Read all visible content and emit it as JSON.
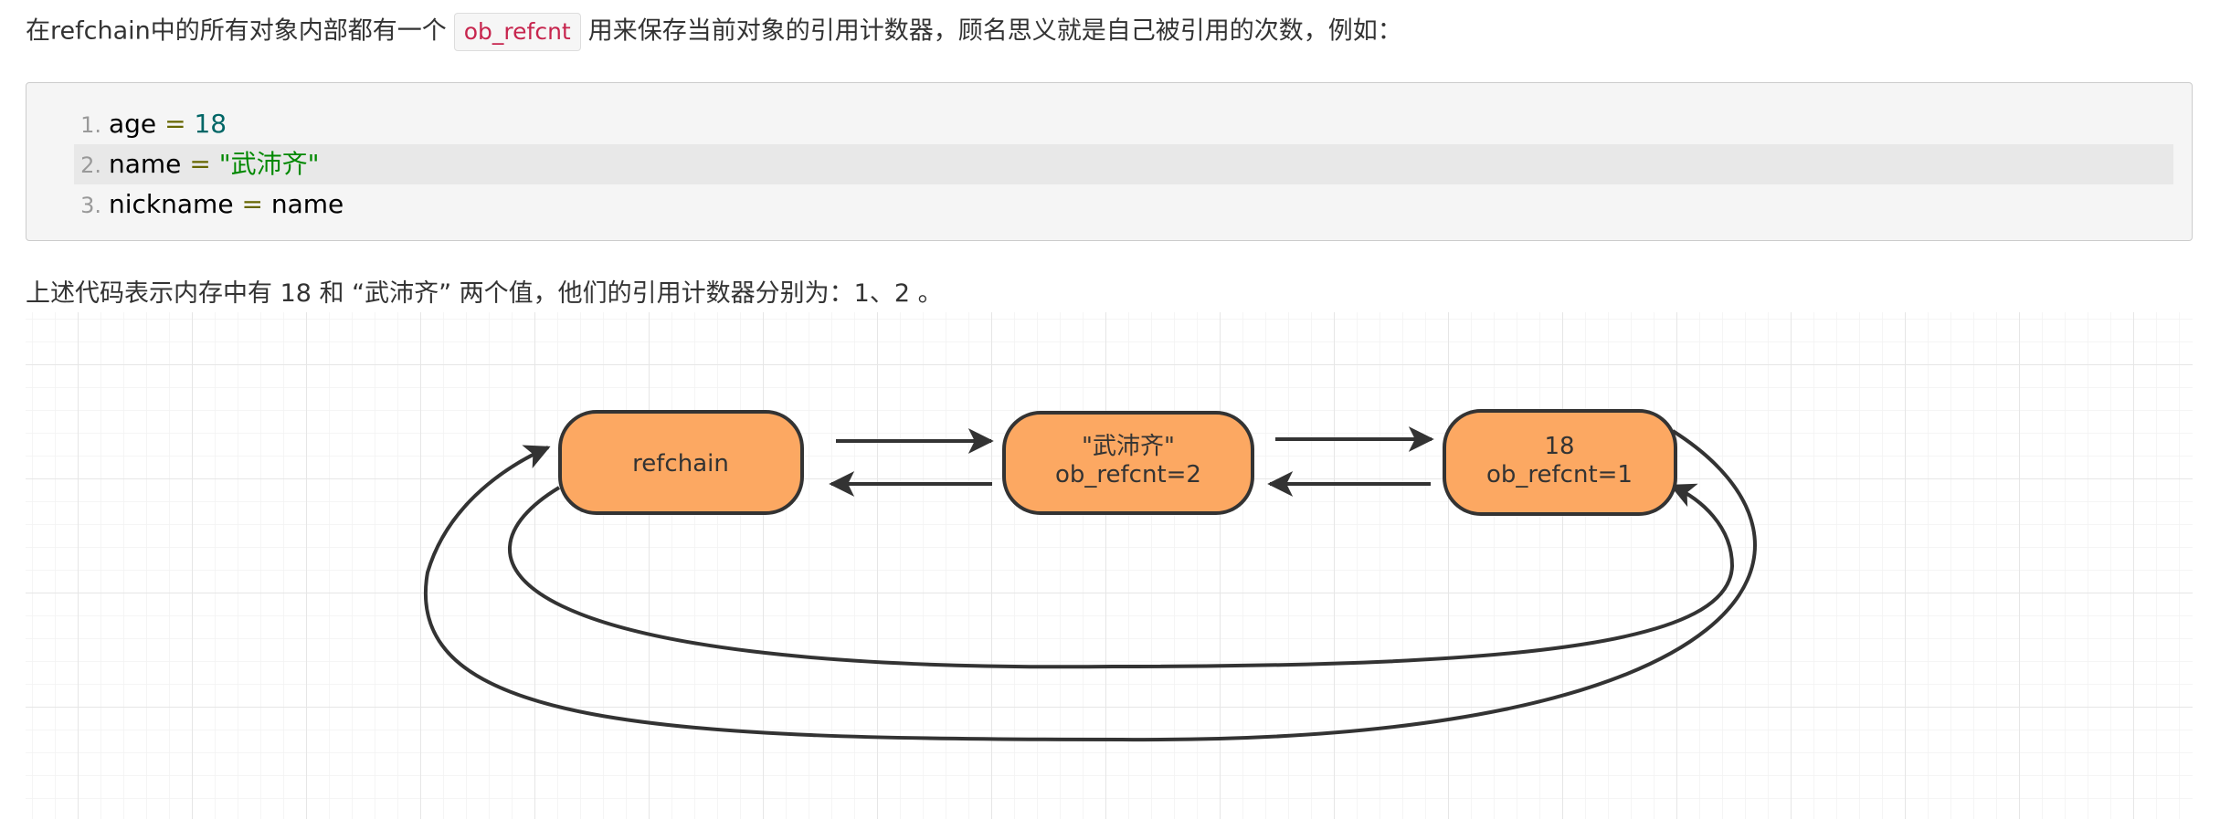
{
  "intro": {
    "before": "在refchain中的所有对象内部都有一个",
    "code": "ob_refcnt",
    "after": "用来保存当前对象的引用计数器，顾名思义就是自己被引用的次数，例如："
  },
  "code_lines": [
    {
      "num": "1.",
      "var": "age",
      "op": "=",
      "value": "18",
      "value_kind": "num"
    },
    {
      "num": "2.",
      "var": "name",
      "op": "=",
      "value": "\"武沛齐\"",
      "value_kind": "str"
    },
    {
      "num": "3.",
      "var": "nickname",
      "op": "=",
      "value": "name",
      "value_kind": "plain"
    }
  ],
  "summary": "上述代码表示内存中有 18 和 “武沛齐” 两个值，他们的引用计数器分别为：1、2 。",
  "diagram": {
    "nodes": [
      {
        "id": "refchain",
        "line1": "refchain",
        "line2": ""
      },
      {
        "id": "str",
        "line1": "\"武沛齐\"",
        "line2": "ob_refcnt=2"
      },
      {
        "id": "num",
        "line1": "18",
        "line2": "ob_refcnt=1"
      }
    ],
    "colors": {
      "node_fill": "#FCA862",
      "node_stroke": "#333333",
      "arrow": "#333333",
      "grid_major": "#e6e6e6",
      "grid_minor": "#f2f2f2"
    }
  }
}
